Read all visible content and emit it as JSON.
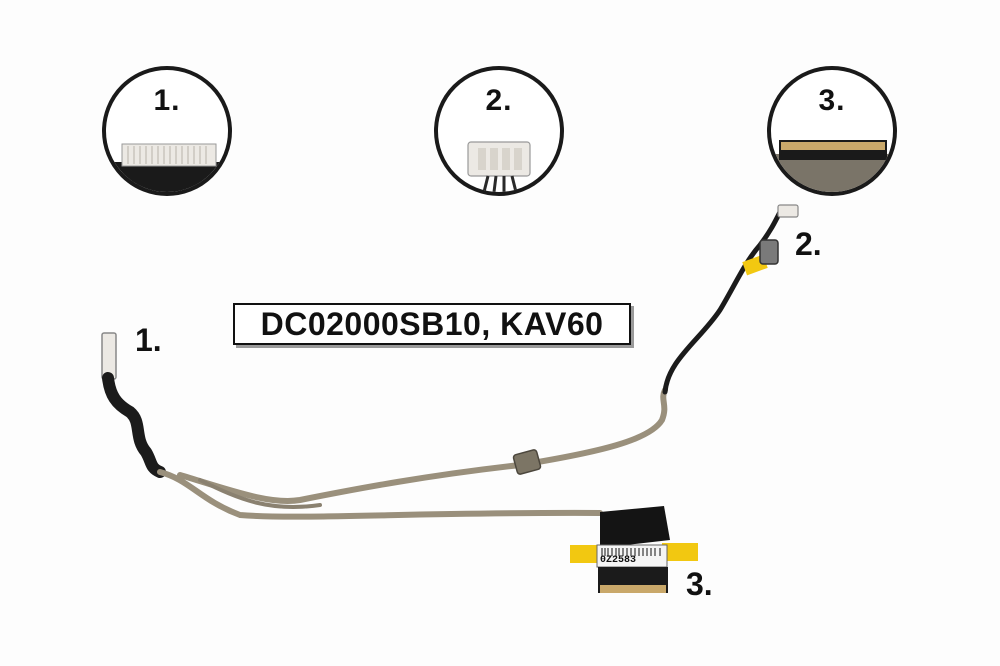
{
  "image": {
    "part_number_label": "DC02000SB10, KAV60",
    "sticker_code": "0Z2583"
  },
  "details": [
    {
      "number": "1.",
      "icon": "lcd-connector-30pin"
    },
    {
      "number": "2.",
      "icon": "webcam-connector-4pin"
    },
    {
      "number": "3.",
      "icon": "board-connector"
    }
  ],
  "callouts": [
    {
      "number": "1."
    },
    {
      "number": "2."
    },
    {
      "number": "3."
    }
  ],
  "colors": {
    "cable_gray": "#9a907c",
    "cable_black": "#1b1b1b",
    "tape_yellow": "#f2c811",
    "connector_white": "#ece9e4"
  }
}
